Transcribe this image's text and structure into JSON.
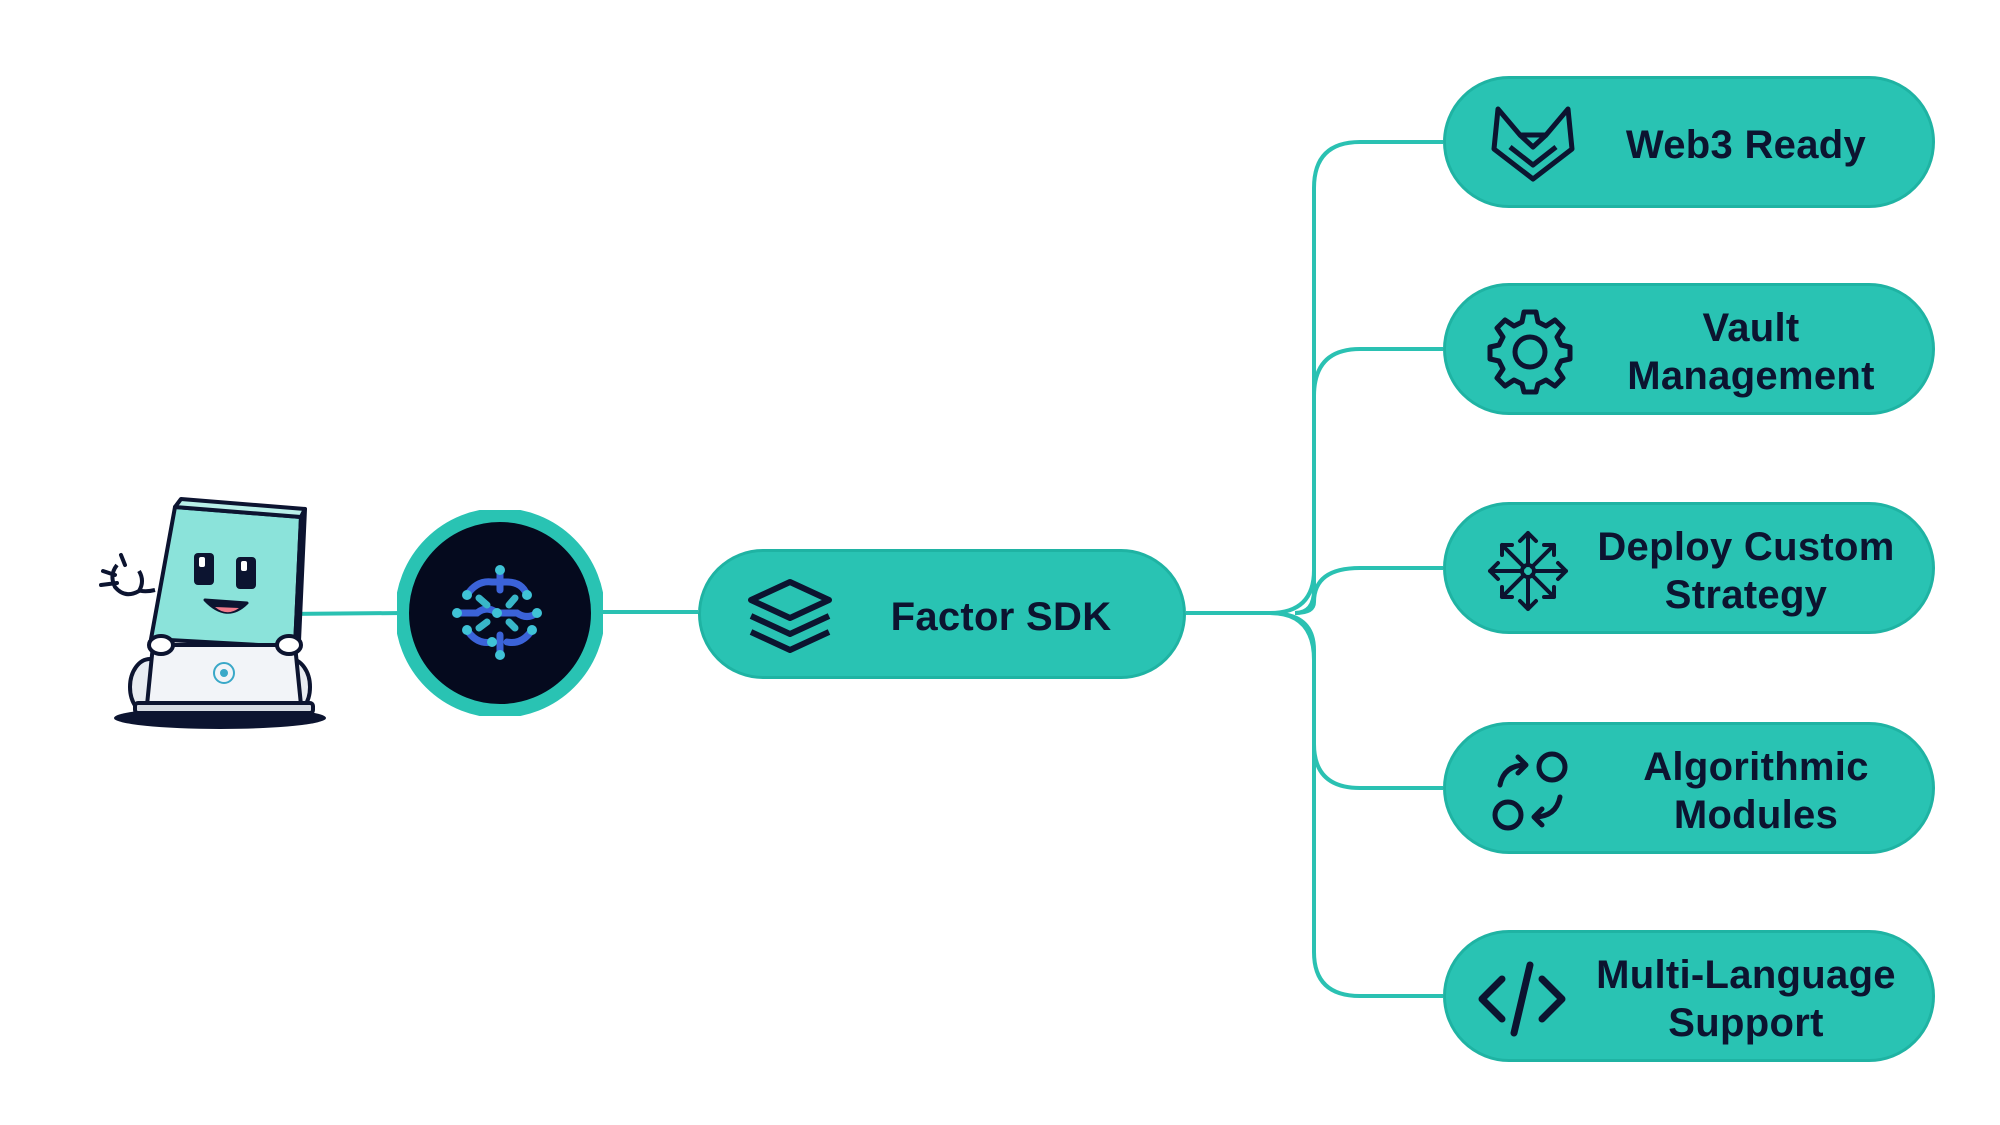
{
  "center": {
    "label": "Factor SDK",
    "icon": "layers-icon"
  },
  "features": [
    {
      "icon": "fox-icon",
      "lines": [
        "Web3 Ready"
      ]
    },
    {
      "icon": "gear-icon",
      "lines": [
        "Vault",
        "Management"
      ]
    },
    {
      "icon": "expand-arrows-icon",
      "lines": [
        "Deploy Custom",
        "Strategy"
      ]
    },
    {
      "icon": "exchange-circles-icon",
      "lines": [
        "Algorithmic",
        "Modules"
      ]
    },
    {
      "icon": "code-icon",
      "lines": [
        "Multi-Language",
        "Support"
      ]
    }
  ],
  "colors": {
    "accent": "#29c3b3",
    "line": "#2ac1b2",
    "dark": "#0c1430",
    "node": "#050a1e"
  }
}
